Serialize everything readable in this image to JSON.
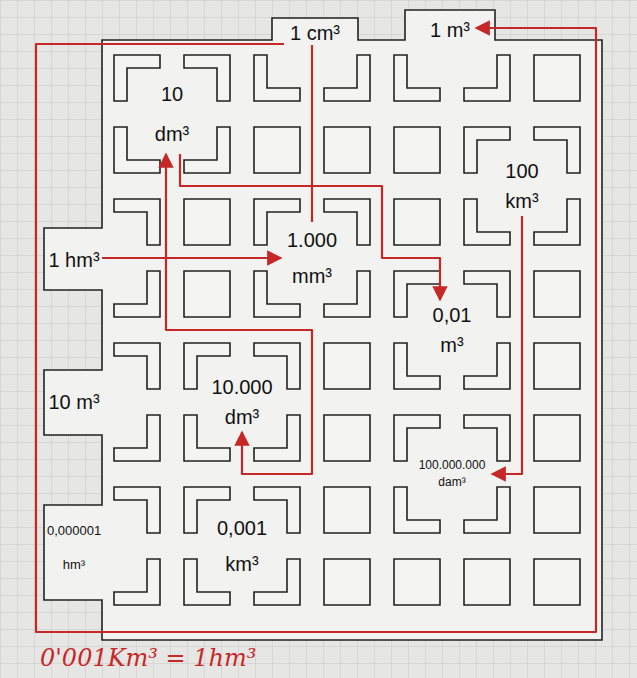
{
  "diagram": {
    "nodes": [
      {
        "text": [
          "1 cm³"
        ]
      },
      {
        "text": [
          "1 m³"
        ]
      },
      {
        "text": [
          "10 dm³"
        ]
      },
      {
        "text": [
          "100 km³"
        ]
      },
      {
        "text": [
          "1 hm³"
        ]
      },
      {
        "text": [
          "1.000 mm³"
        ]
      },
      {
        "text": [
          "0,01 m³"
        ]
      },
      {
        "text": [
          "10 m³"
        ]
      },
      {
        "text": [
          "10.000 dm³"
        ]
      },
      {
        "text": [
          "100.000.000 dam³"
        ]
      },
      {
        "text": [
          "0,000001 hm³"
        ]
      },
      {
        "text": [
          "0,001 km³"
        ]
      }
    ],
    "edges": [
      {
        "from": 0,
        "to": 5,
        "arrow": "none"
      },
      {
        "from": 4,
        "to": 5,
        "arrow": "to"
      },
      {
        "from": 2,
        "to": 6,
        "arrow": "to"
      },
      {
        "from": 2,
        "to": 8,
        "arrow": "both"
      },
      {
        "from": 3,
        "to": 9,
        "arrow": "to"
      },
      {
        "from": 0,
        "to": 1,
        "arrow": "to"
      }
    ],
    "labels": [
      "0'001Km³ = 1hm³"
    ]
  }
}
